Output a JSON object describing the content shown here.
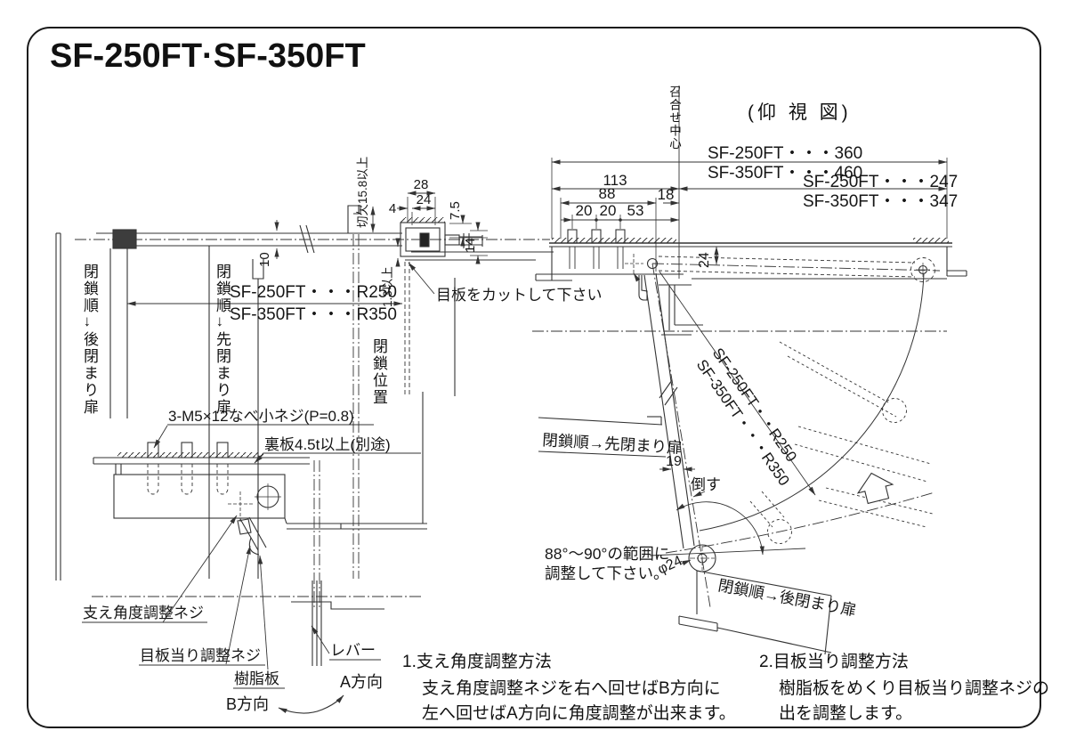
{
  "title": "SF-250FT·SF-350FT",
  "plan_view": {
    "notch_min": "切欠15.8以上",
    "dim_28": "28",
    "dim_4": "4",
    "dim_24": "24",
    "dim_7_5": "7.5",
    "dim_14": "14",
    "dim_10": "10",
    "min_1_3": "1.3以上",
    "cut_note": "目板をカットして下さい",
    "radius_r250": "SF-250FT・・・R250",
    "radius_r350": "SF-350FT・・・R350",
    "door_rear": "閉鎖順→後閉まり扉",
    "door_first": "閉鎖順→先閉まり扉",
    "closed_pos": "閉鎖位置"
  },
  "detail_view": {
    "screws": "3-M5×12なべ小ネジ(P=0.8)",
    "back_plate": "裏板4.5t以上(別途)",
    "support_screw": "支え角度調整ネジ",
    "plate_screw": "目板当り調整ネジ",
    "resin_plate": "樹脂板",
    "lever": "レバー",
    "dir_a": "A方向",
    "dir_b": "B方向"
  },
  "bottom_view": {
    "view_title": "(仰 視 図)",
    "center_line": "召合せ中心",
    "dim_360": "SF-250FT・・・360",
    "dim_460": "SF-350FT・・・460",
    "dim_247": "SF-250FT・・・247",
    "dim_347": "SF-350FT・・・347",
    "dim_113": "113",
    "dim_88": "88",
    "dim_18": "18",
    "dim_20a": "20",
    "dim_20b": "20",
    "dim_53": "53",
    "dim_24": "24",
    "dim_19": "19",
    "tilt": "倒す",
    "radius_r250": "SF-250FT・・R250",
    "radius_r350": "SF-350FT・・・R350",
    "phi24": "φ24",
    "angle_note1": "88°〜90°の範囲に",
    "angle_note2": "調整して下さい。",
    "door_first": "閉鎖順→先閉まり扉",
    "door_rear": "閉鎖順→後閉まり扉"
  },
  "notes": {
    "n1_title": "1.支え角度調整方法",
    "n1_line1": "支え角度調整ネジを右へ回せばB方向に",
    "n1_line2": "左へ回せばA方向に角度調整が出来ます。",
    "n2_title": "2.目板当り調整方法",
    "n2_line1": "樹脂板をめくり目板当り調整ネジの",
    "n2_line2": "出を調整します。"
  }
}
